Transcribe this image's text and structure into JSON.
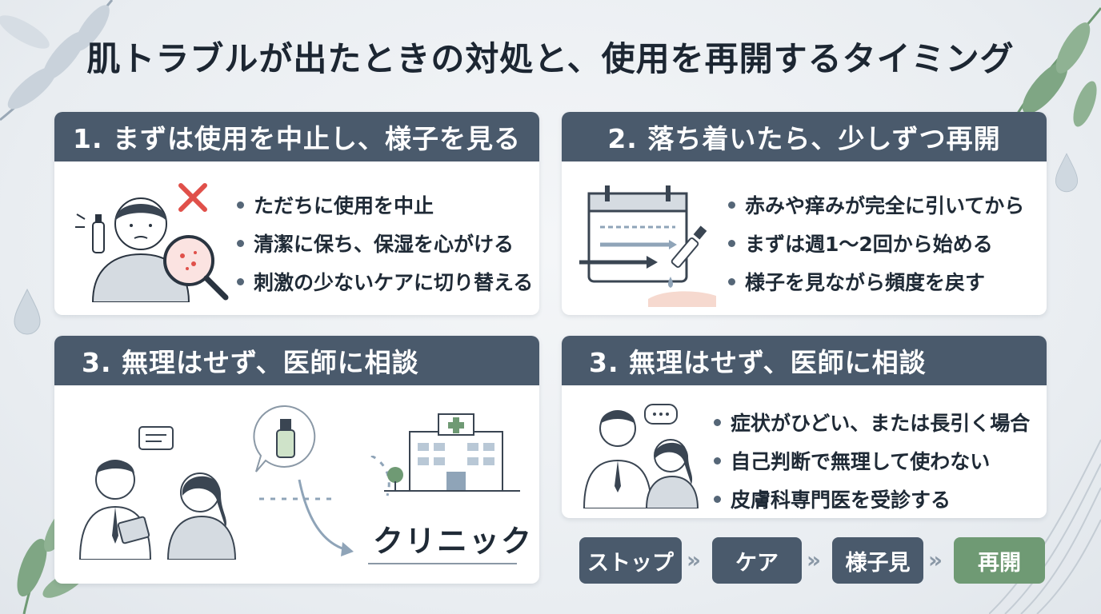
{
  "title": "肌トラブルが出たときの対処と、使用を再開するタイミング",
  "sections": [
    {
      "heading": "1. まずは使用を中止し、様子を見る",
      "bullets": [
        "ただちに使用を中止",
        "清潔に保ち、保湿を心がける",
        "刺激の少ないケアに切り替える"
      ]
    },
    {
      "heading": "2. 落ち着いたら、少しずつ再開",
      "bullets": [
        "赤みや痒みが完全に引いてから",
        "まずは週1～2回から始める",
        "様子を見ながら頻度を戻す"
      ]
    },
    {
      "heading": "3. 無理はせず、医師に相談",
      "clinic_label": "クリニック"
    },
    {
      "heading": "3. 無理はせず、医師に相談",
      "bullets": [
        "症状がひどい、または長引く場合",
        "自己判断で無理して使わない",
        "皮膚科専門医を受診する"
      ]
    }
  ],
  "flow": [
    "ストップ",
    "ケア",
    "様子見",
    "再開"
  ],
  "flow_separator": "»",
  "colors": {
    "header": "#4a5a6c",
    "flow_step": "#4a5a6c",
    "flow_final": "#6f9a74",
    "accent_red": "#e0504a",
    "leaf": "#6f9a74"
  }
}
